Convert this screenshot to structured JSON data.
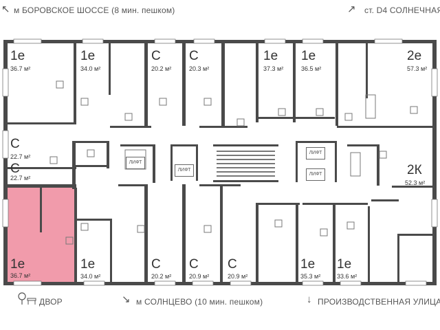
{
  "header": {
    "left_text": "м БОРОВСКОЕ ШОССЕ (8 мин. пешком)",
    "right_text": "ст. D4 СОЛНЕЧНАЯ"
  },
  "footer": {
    "yard_text": "ДВОР",
    "center_text": "м СОЛНЦЕВО (10 мин. пешком)",
    "right_text": "ПРОИЗВОДСТВЕННАЯ УЛИЦА"
  },
  "highlight_color": "#f19bab",
  "lift_label": "ЛИФТ",
  "rooms": [
    {
      "code": "1е",
      "area": "36.7 м²"
    },
    {
      "code": "1е",
      "area": "34.0 м²"
    },
    {
      "code": "С",
      "area": "20.2 м²"
    },
    {
      "code": "С",
      "area": "20.3 м²"
    },
    {
      "code": "1е",
      "area": "37.3 м²"
    },
    {
      "code": "1е",
      "area": "36.5 м²"
    },
    {
      "code": "2е",
      "area": "57.3 м²"
    },
    {
      "code": "С",
      "area": "22.7 м²"
    },
    {
      "code": "С",
      "area": "22.7 м²"
    },
    {
      "code": "2К",
      "area": "52.3 м²"
    },
    {
      "code": "1е",
      "area": "36.7 м²"
    },
    {
      "code": "1е",
      "area": "34.0 м²"
    },
    {
      "code": "С",
      "area": "20.2 м²"
    },
    {
      "code": "С",
      "area": "20.9 м²"
    },
    {
      "code": "С",
      "area": "20.9 м²"
    },
    {
      "code": "1е",
      "area": "35.3 м²"
    },
    {
      "code": "1е",
      "area": "33.6 м²"
    }
  ]
}
